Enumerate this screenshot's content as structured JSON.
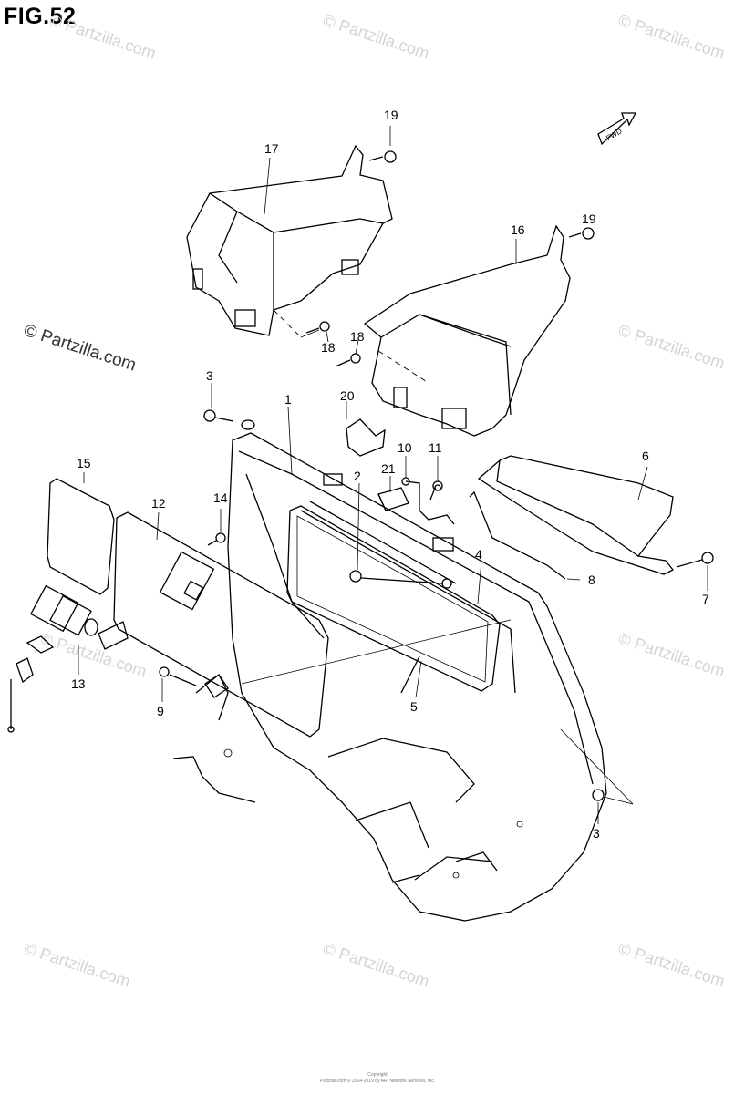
{
  "figure": {
    "title": "FIG.52"
  },
  "watermark": {
    "text": "© Partzilla.com",
    "prominent_text": "© Partzilla.com"
  },
  "fwd_label": "FWD",
  "callouts": [
    {
      "id": "c1",
      "label": "1"
    },
    {
      "id": "c2",
      "label": "2"
    },
    {
      "id": "c3a",
      "label": "3"
    },
    {
      "id": "c3b",
      "label": "3"
    },
    {
      "id": "c4",
      "label": "4"
    },
    {
      "id": "c5",
      "label": "5"
    },
    {
      "id": "c6",
      "label": "6"
    },
    {
      "id": "c7",
      "label": "7"
    },
    {
      "id": "c8",
      "label": "8"
    },
    {
      "id": "c9",
      "label": "9"
    },
    {
      "id": "c10",
      "label": "10"
    },
    {
      "id": "c11",
      "label": "11"
    },
    {
      "id": "c12",
      "label": "12"
    },
    {
      "id": "c13",
      "label": "13"
    },
    {
      "id": "c14",
      "label": "14"
    },
    {
      "id": "c15",
      "label": "15"
    },
    {
      "id": "c16",
      "label": "16"
    },
    {
      "id": "c17",
      "label": "17"
    },
    {
      "id": "c18a",
      "label": "18"
    },
    {
      "id": "c18b",
      "label": "18"
    },
    {
      "id": "c19a",
      "label": "19"
    },
    {
      "id": "c19b",
      "label": "19"
    },
    {
      "id": "c20",
      "label": "20"
    },
    {
      "id": "c21",
      "label": "21"
    }
  ],
  "footer": {
    "line1": "Copyright",
    "line2": "Partzilla.com © 2004-2019 by ARI Network Services, Inc."
  }
}
